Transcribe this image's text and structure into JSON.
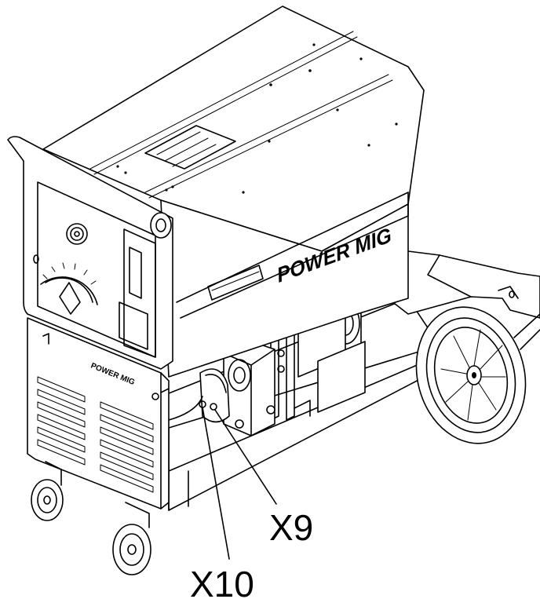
{
  "diagram": {
    "brand_panel_label": "POWER MIG",
    "brand_front_label": "POWER MIG",
    "callouts": {
      "x9": "X9",
      "x10": "X10"
    }
  }
}
